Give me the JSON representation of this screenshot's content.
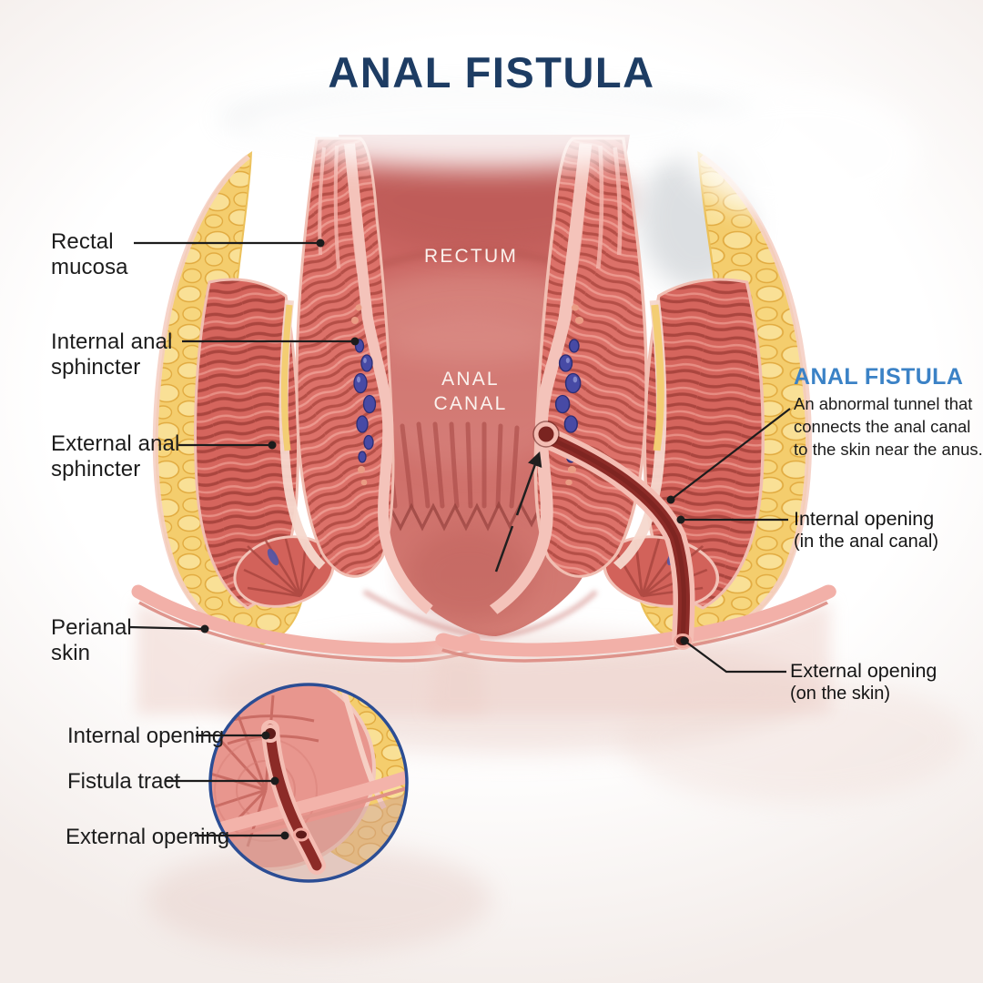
{
  "title": "ANAL FISTULA",
  "anatomy_labels": {
    "rectal_mucosa": "Rectal mucosa",
    "internal_anal_sphincter": "Internal anal sphincter",
    "external_anal_sphincter": "External anal sphincter",
    "perianal_skin": "Perianal skin",
    "rectum": "RECTUM",
    "anal_canal": "ANAL CANAL"
  },
  "callout": {
    "heading": "ANAL FISTULA",
    "description_lines": [
      "An abnormal tunnel that",
      "connects the anal canal",
      "to the skin near the anus."
    ],
    "internal_opening": "Internal opening",
    "internal_opening_note": "(in the anal canal)",
    "external_opening": "External opening",
    "external_opening_note": "(on the skin)"
  },
  "inset": {
    "internal_opening": "Internal opening",
    "fistula_tract": "Fistula tract",
    "external_opening": "External opening"
  },
  "colors": {
    "title_navy": "#1d3c63",
    "callout_blue": "#3b82c6",
    "leader_line": "#1c1c1c",
    "muscle_red": "#dc7169",
    "canal_red": "#cb6763",
    "fat_yellow": "#f4cd6d",
    "mucosa_pink": "#f4c3ba",
    "skin_pink": "#f2b0a8",
    "fistula_tract_dark_red": "#8c2b27",
    "vein_blue": "#474aa5",
    "inset_border_blue": "#2b4d94"
  }
}
